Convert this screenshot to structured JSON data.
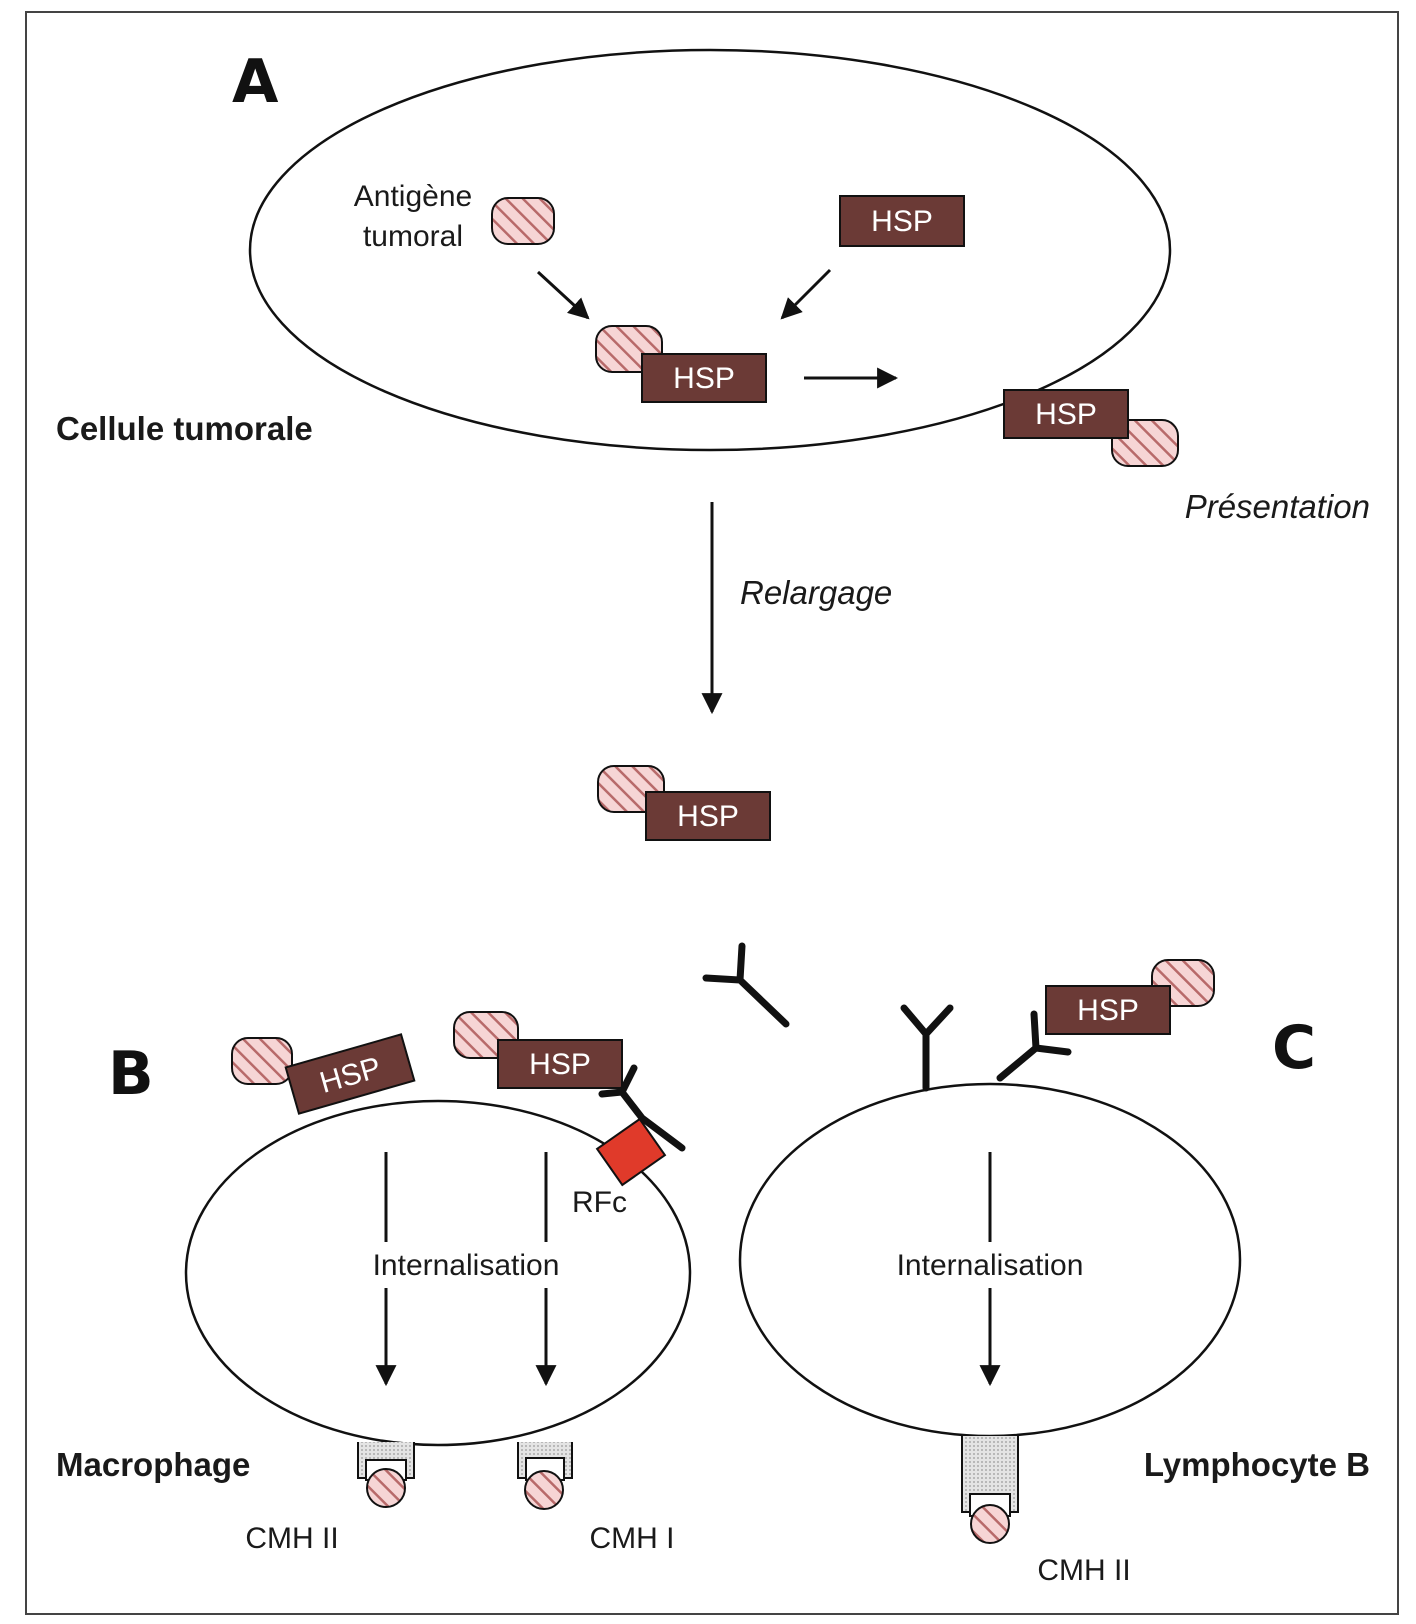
{
  "panels": {
    "a": "A",
    "b": "B",
    "c": "C"
  },
  "labels": {
    "antigen_line1": "Antigène",
    "antigen_line2": "tumoral",
    "hsp": "HSP",
    "tumor_cell": "Cellule tumorale",
    "presentation": "Présentation",
    "release": "Relargage",
    "rfc": "RFc",
    "internalisation": "Internalisation",
    "macrophage": "Macrophage",
    "lymphocyte_b": "Lymphocyte B",
    "cmh_ii": "CMH II",
    "cmh_i": "CMH I"
  },
  "colors": {
    "hsp_fill": "#6b3a36",
    "antigen_fill": "#f6d5d5",
    "antigen_hatch": "#b86a6a",
    "fc_receptor": "#e03a2a",
    "mhc_fill": "#d9d9d9",
    "line": "#111111"
  }
}
